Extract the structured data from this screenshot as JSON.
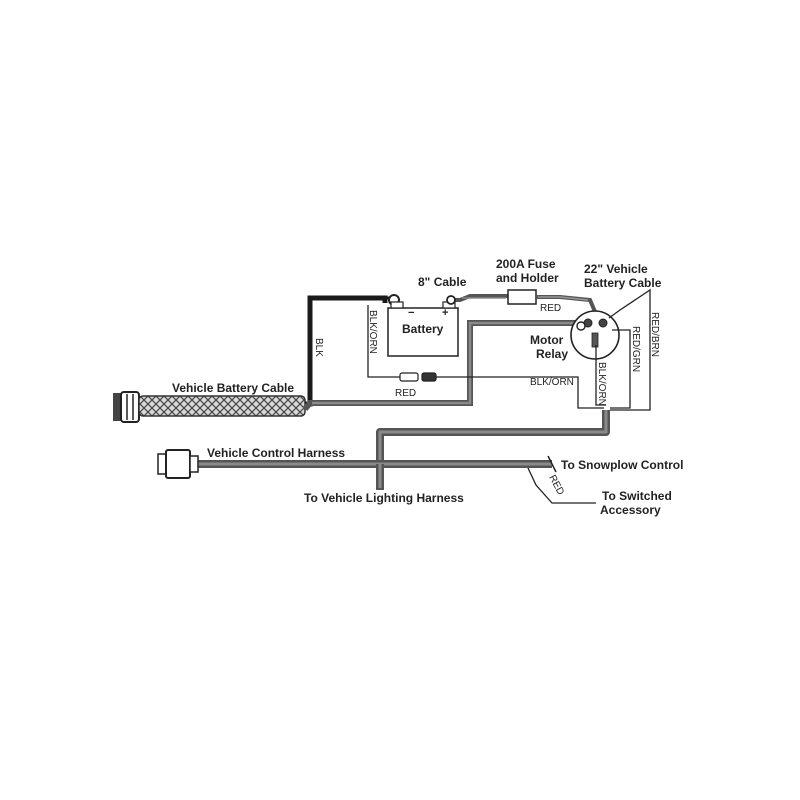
{
  "labels": {
    "cable_8": "8\" Cable",
    "fuse_1": "200A Fuse",
    "fuse_2": "and Holder",
    "vcable_1": "22\" Vehicle",
    "vcable_2": "Battery Cable",
    "battery": "Battery",
    "minus": "−",
    "plus": "+",
    "relay_1": "Motor",
    "relay_2": "Relay",
    "vehicle_battery_cable": "Vehicle Battery Cable",
    "vehicle_control_harness": "Vehicle Control Harness",
    "to_lighting": "To Vehicle Lighting Harness",
    "to_snowplow": "To Snowplow Control",
    "to_switched_1": "To Switched",
    "to_switched_2": "Accessory"
  },
  "wire_colors": {
    "red_fuse": "RED",
    "red_main": "RED",
    "red_accessory": "RED",
    "blk": "BLK",
    "blk_orn_battery": "BLK/ORN",
    "blk_orn_loop": "BLK/ORN",
    "blk_orn_relay": "BLK/ORN",
    "red_grn": "RED/GRN",
    "red_brn": "RED/BRN"
  },
  "colors": {
    "line": "#222222",
    "harness": "#555555",
    "harness_inner": "#8a8a8a",
    "fill_light": "#e6e6e6"
  }
}
